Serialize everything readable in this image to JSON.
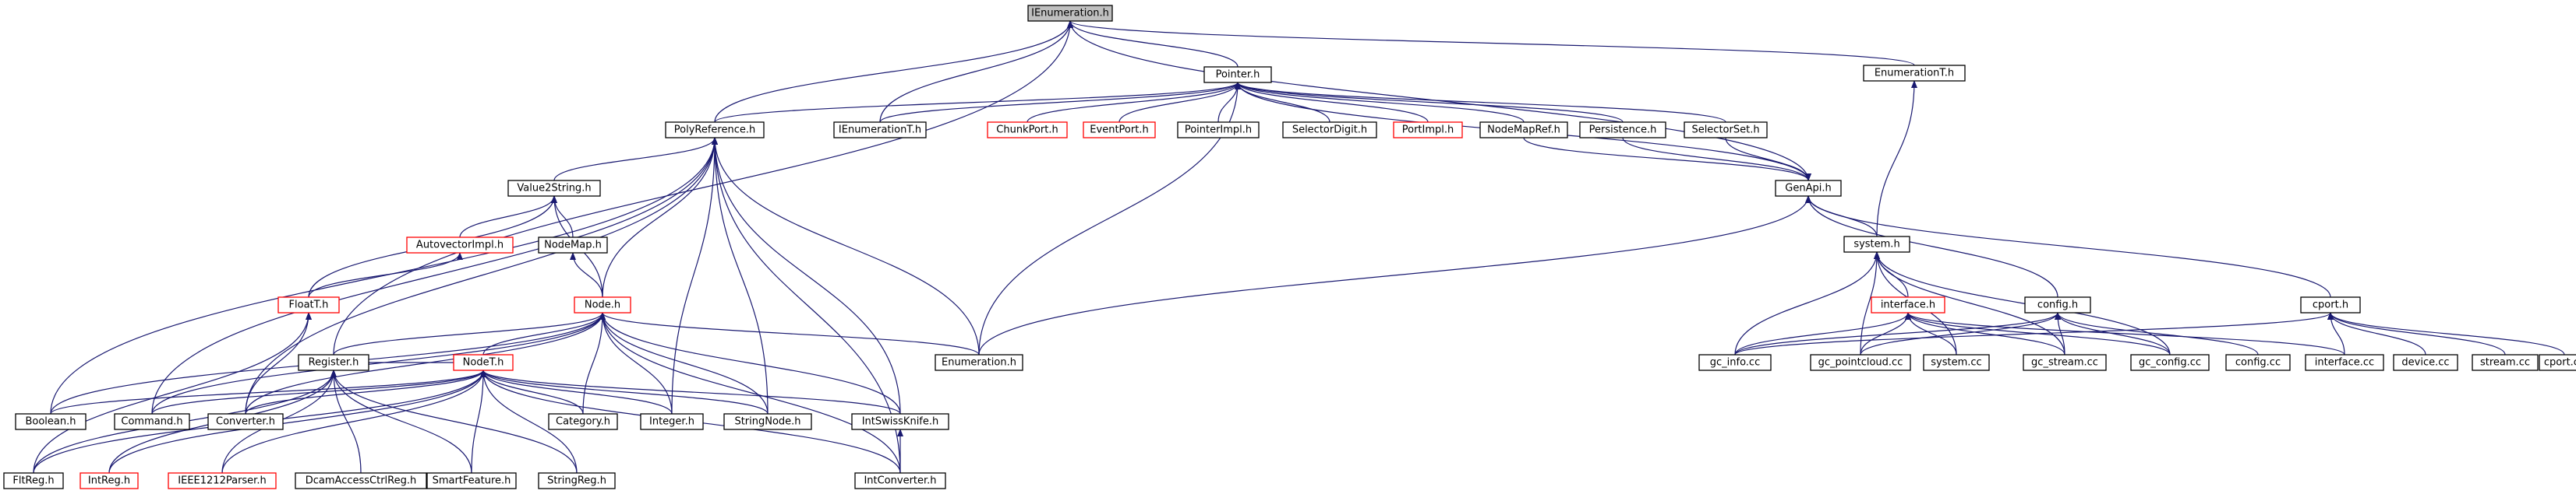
{
  "diagram": {
    "colors": {
      "edge": "#191970",
      "focus_fill": "#bfbfbf",
      "red_border": "#ff0000",
      "box_border": "#000000"
    },
    "nodes": [
      {
        "id": "ienum",
        "label": "IEnumeration.h",
        "style": "focus"
      },
      {
        "id": "pointer",
        "label": "Pointer.h",
        "style": "normal"
      },
      {
        "id": "enumT",
        "label": "EnumerationT.h",
        "style": "normal"
      },
      {
        "id": "polyref",
        "label": "PolyReference.h",
        "style": "normal"
      },
      {
        "id": "ienumT",
        "label": "IEnumerationT.h",
        "style": "normal"
      },
      {
        "id": "chunkport",
        "label": "ChunkPort.h",
        "style": "red"
      },
      {
        "id": "eventport",
        "label": "EventPort.h",
        "style": "red"
      },
      {
        "id": "pointerimpl",
        "label": "PointerImpl.h",
        "style": "normal"
      },
      {
        "id": "selectordigit",
        "label": "SelectorDigit.h",
        "style": "normal"
      },
      {
        "id": "portimpl",
        "label": "PortImpl.h",
        "style": "red"
      },
      {
        "id": "nodemapref",
        "label": "NodeMapRef.h",
        "style": "normal"
      },
      {
        "id": "persistence",
        "label": "Persistence.h",
        "style": "normal"
      },
      {
        "id": "selectorset",
        "label": "SelectorSet.h",
        "style": "normal"
      },
      {
        "id": "genapi",
        "label": "GenApi.h",
        "style": "normal"
      },
      {
        "id": "value2string",
        "label": "Value2String.h",
        "style": "normal"
      },
      {
        "id": "autovector",
        "label": "AutovectorImpl.h",
        "style": "red"
      },
      {
        "id": "nodemap",
        "label": "NodeMap.h",
        "style": "normal"
      },
      {
        "id": "floatT",
        "label": "FloatT.h",
        "style": "red"
      },
      {
        "id": "node",
        "label": "Node.h",
        "style": "red"
      },
      {
        "id": "nodeT",
        "label": "NodeT.h",
        "style": "red"
      },
      {
        "id": "enumeration",
        "label": "Enumeration.h",
        "style": "normal"
      },
      {
        "id": "system",
        "label": "system.h",
        "style": "normal"
      },
      {
        "id": "interface_h",
        "label": "interface.h",
        "style": "red"
      },
      {
        "id": "config_h",
        "label": "config.h",
        "style": "normal"
      },
      {
        "id": "cport_h",
        "label": "cport.h",
        "style": "normal"
      },
      {
        "id": "gc_info",
        "label": "gc_info.cc",
        "style": "normal"
      },
      {
        "id": "gc_pointcloud",
        "label": "gc_pointcloud.cc",
        "style": "normal"
      },
      {
        "id": "system_cc",
        "label": "system.cc",
        "style": "normal"
      },
      {
        "id": "gc_stream",
        "label": "gc_stream.cc",
        "style": "normal"
      },
      {
        "id": "gc_config",
        "label": "gc_config.cc",
        "style": "normal"
      },
      {
        "id": "config_cc",
        "label": "config.cc",
        "style": "normal"
      },
      {
        "id": "interface_cc",
        "label": "interface.cc",
        "style": "normal"
      },
      {
        "id": "device_cc",
        "label": "device.cc",
        "style": "normal"
      },
      {
        "id": "stream_cc",
        "label": "stream.cc",
        "style": "normal"
      },
      {
        "id": "cport_cc",
        "label": "cport.cc",
        "style": "normal"
      },
      {
        "id": "boolean",
        "label": "Boolean.h",
        "style": "normal"
      },
      {
        "id": "command",
        "label": "Command.h",
        "style": "normal"
      },
      {
        "id": "converter",
        "label": "Converter.h",
        "style": "normal"
      },
      {
        "id": "category",
        "label": "Category.h",
        "style": "normal"
      },
      {
        "id": "integer",
        "label": "Integer.h",
        "style": "normal"
      },
      {
        "id": "stringnode",
        "label": "StringNode.h",
        "style": "normal"
      },
      {
        "id": "intswissknife",
        "label": "IntSwissKnife.h",
        "style": "normal"
      },
      {
        "id": "register",
        "label": "Register.h",
        "style": "normal"
      },
      {
        "id": "fltreg",
        "label": "FltReg.h",
        "style": "normal"
      },
      {
        "id": "intreg",
        "label": "IntReg.h",
        "style": "red"
      },
      {
        "id": "ieee1212",
        "label": "IEEE1212Parser.h",
        "style": "red"
      },
      {
        "id": "dcam",
        "label": "DcamAccessCtrlReg.h",
        "style": "normal"
      },
      {
        "id": "smartfeature",
        "label": "SmartFeature.h",
        "style": "normal"
      },
      {
        "id": "stringreg",
        "label": "StringReg.h",
        "style": "normal"
      },
      {
        "id": "intconverter",
        "label": "IntConverter.h",
        "style": "normal"
      }
    ],
    "edges": [
      [
        "pointer",
        "ienum"
      ],
      [
        "enumT",
        "ienum"
      ],
      [
        "polyref",
        "ienum"
      ],
      [
        "ienumT",
        "ienum"
      ],
      [
        "genapi",
        "ienum"
      ],
      [
        "register",
        "ienum"
      ],
      [
        "polyref",
        "pointer"
      ],
      [
        "ienumT",
        "pointer"
      ],
      [
        "chunkport",
        "pointer"
      ],
      [
        "eventport",
        "pointer"
      ],
      [
        "pointerimpl",
        "pointer"
      ],
      [
        "selectordigit",
        "pointer"
      ],
      [
        "portimpl",
        "pointer"
      ],
      [
        "nodemapref",
        "pointer"
      ],
      [
        "persistence",
        "pointer"
      ],
      [
        "selectorset",
        "pointer"
      ],
      [
        "genapi",
        "pointer"
      ],
      [
        "enumeration",
        "pointer"
      ],
      [
        "nodemapref",
        "genapi"
      ],
      [
        "persistence",
        "genapi"
      ],
      [
        "selectorset",
        "genapi"
      ],
      [
        "system",
        "enumT"
      ],
      [
        "value2string",
        "polyref"
      ],
      [
        "node",
        "polyref"
      ],
      [
        "integer",
        "polyref"
      ],
      [
        "stringnode",
        "polyref"
      ],
      [
        "intswissknife",
        "polyref"
      ],
      [
        "intconverter",
        "polyref"
      ],
      [
        "enumeration",
        "polyref"
      ],
      [
        "boolean",
        "polyref"
      ],
      [
        "command",
        "polyref"
      ],
      [
        "converter",
        "polyref"
      ],
      [
        "autovector",
        "value2string"
      ],
      [
        "nodemap",
        "value2string"
      ],
      [
        "node",
        "value2string"
      ],
      [
        "floatT",
        "value2string"
      ],
      [
        "floatT",
        "autovector"
      ],
      [
        "node",
        "nodemap"
      ],
      [
        "converter",
        "floatT"
      ],
      [
        "fltreg",
        "floatT"
      ],
      [
        "nodeT",
        "node"
      ],
      [
        "enumeration",
        "node"
      ],
      [
        "boolean",
        "node"
      ],
      [
        "command",
        "node"
      ],
      [
        "converter",
        "node"
      ],
      [
        "category",
        "node"
      ],
      [
        "integer",
        "node"
      ],
      [
        "stringnode",
        "node"
      ],
      [
        "intswissknife",
        "node"
      ],
      [
        "register",
        "node"
      ],
      [
        "intconverter",
        "node"
      ],
      [
        "boolean",
        "nodeT"
      ],
      [
        "command",
        "nodeT"
      ],
      [
        "converter",
        "nodeT"
      ],
      [
        "category",
        "nodeT"
      ],
      [
        "integer",
        "nodeT"
      ],
      [
        "stringnode",
        "nodeT"
      ],
      [
        "intswissknife",
        "nodeT"
      ],
      [
        "register",
        "nodeT"
      ],
      [
        "fltreg",
        "nodeT"
      ],
      [
        "intreg",
        "nodeT"
      ],
      [
        "ieee1212",
        "nodeT"
      ],
      [
        "smartfeature",
        "nodeT"
      ],
      [
        "stringreg",
        "nodeT"
      ],
      [
        "intconverter",
        "nodeT"
      ],
      [
        "fltreg",
        "register"
      ],
      [
        "intreg",
        "register"
      ],
      [
        "ieee1212",
        "register"
      ],
      [
        "dcam",
        "register"
      ],
      [
        "smartfeature",
        "register"
      ],
      [
        "stringreg",
        "register"
      ],
      [
        "intconverter",
        "intswissknife"
      ],
      [
        "enumeration",
        "genapi"
      ],
      [
        "system",
        "genapi"
      ],
      [
        "config_h",
        "genapi"
      ],
      [
        "cport_h",
        "genapi"
      ],
      [
        "gc_info",
        "system"
      ],
      [
        "gc_pointcloud",
        "system"
      ],
      [
        "system_cc",
        "system"
      ],
      [
        "gc_stream",
        "system"
      ],
      [
        "gc_config",
        "system"
      ],
      [
        "interface_h",
        "system"
      ],
      [
        "gc_info",
        "interface_h"
      ],
      [
        "gc_pointcloud",
        "interface_h"
      ],
      [
        "system_cc",
        "interface_h"
      ],
      [
        "gc_stream",
        "interface_h"
      ],
      [
        "gc_config",
        "interface_h"
      ],
      [
        "interface_cc",
        "interface_h"
      ],
      [
        "gc_info",
        "config_h"
      ],
      [
        "gc_pointcloud",
        "config_h"
      ],
      [
        "gc_stream",
        "config_h"
      ],
      [
        "gc_config",
        "config_h"
      ],
      [
        "config_cc",
        "config_h"
      ],
      [
        "interface_cc",
        "cport_h"
      ],
      [
        "device_cc",
        "cport_h"
      ],
      [
        "stream_cc",
        "cport_h"
      ],
      [
        "cport_cc",
        "cport_h"
      ],
      [
        "gc_info",
        "cport_h"
      ]
    ]
  }
}
